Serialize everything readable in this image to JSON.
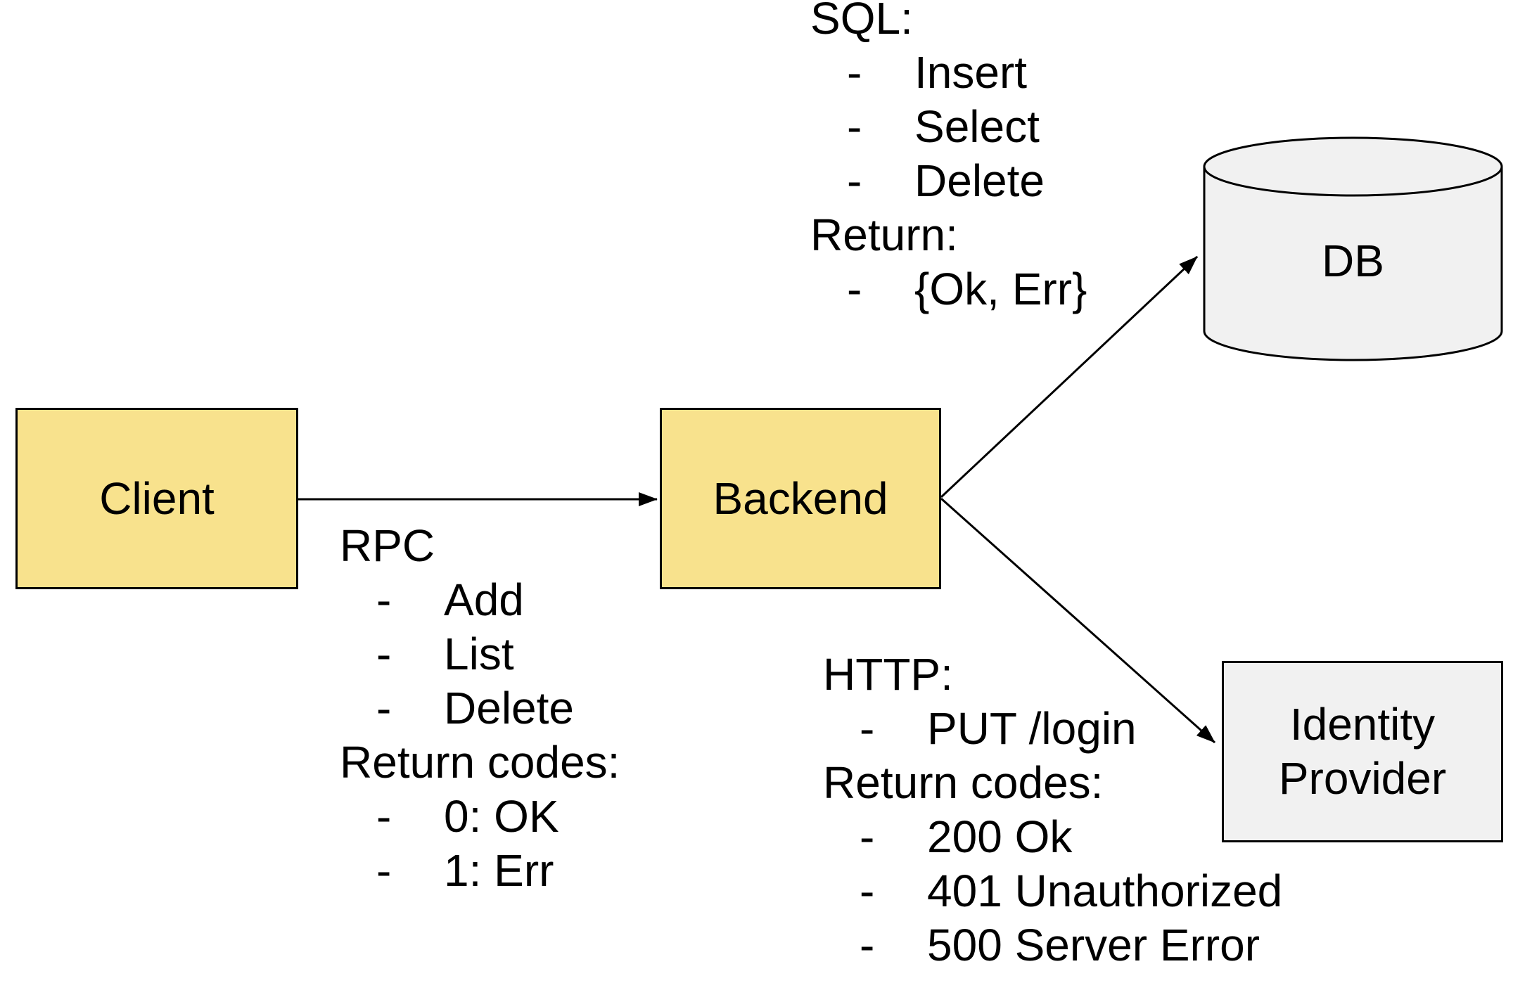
{
  "diagram": {
    "kind": "architecture-diagram",
    "background": "#ffffff"
  },
  "colors": {
    "service_fill": "#f8e28d",
    "external_fill": "#f1f1f1",
    "stroke": "#000000",
    "text": "#000000"
  },
  "ui": {
    "bullet_char": "-"
  },
  "nodes": {
    "client": {
      "label": "Client"
    },
    "backend": {
      "label": "Backend"
    },
    "db": {
      "label": "DB"
    },
    "idp": {
      "label_line1": "Identity",
      "label_line2": "Provider"
    }
  },
  "edges": {
    "client_backend": {
      "from": "Client",
      "to": "Backend",
      "title": "RPC",
      "items": [
        "Add",
        "List",
        "Delete"
      ],
      "subtitle": "Return codes:",
      "return_items": [
        "0: OK",
        "1: Err"
      ]
    },
    "backend_db": {
      "from": "Backend",
      "to": "DB",
      "title": "SQL:",
      "items": [
        "Insert",
        "Select",
        "Delete"
      ],
      "subtitle": "Return:",
      "return_items": [
        "{Ok, Err}"
      ]
    },
    "backend_idp": {
      "from": "Backend",
      "to": "Identity Provider",
      "title": "HTTP:",
      "items": [
        "PUT /login"
      ],
      "subtitle": "Return codes:",
      "return_items": [
        "200 Ok",
        "401 Unauthorized",
        "500 Server Error"
      ]
    }
  }
}
